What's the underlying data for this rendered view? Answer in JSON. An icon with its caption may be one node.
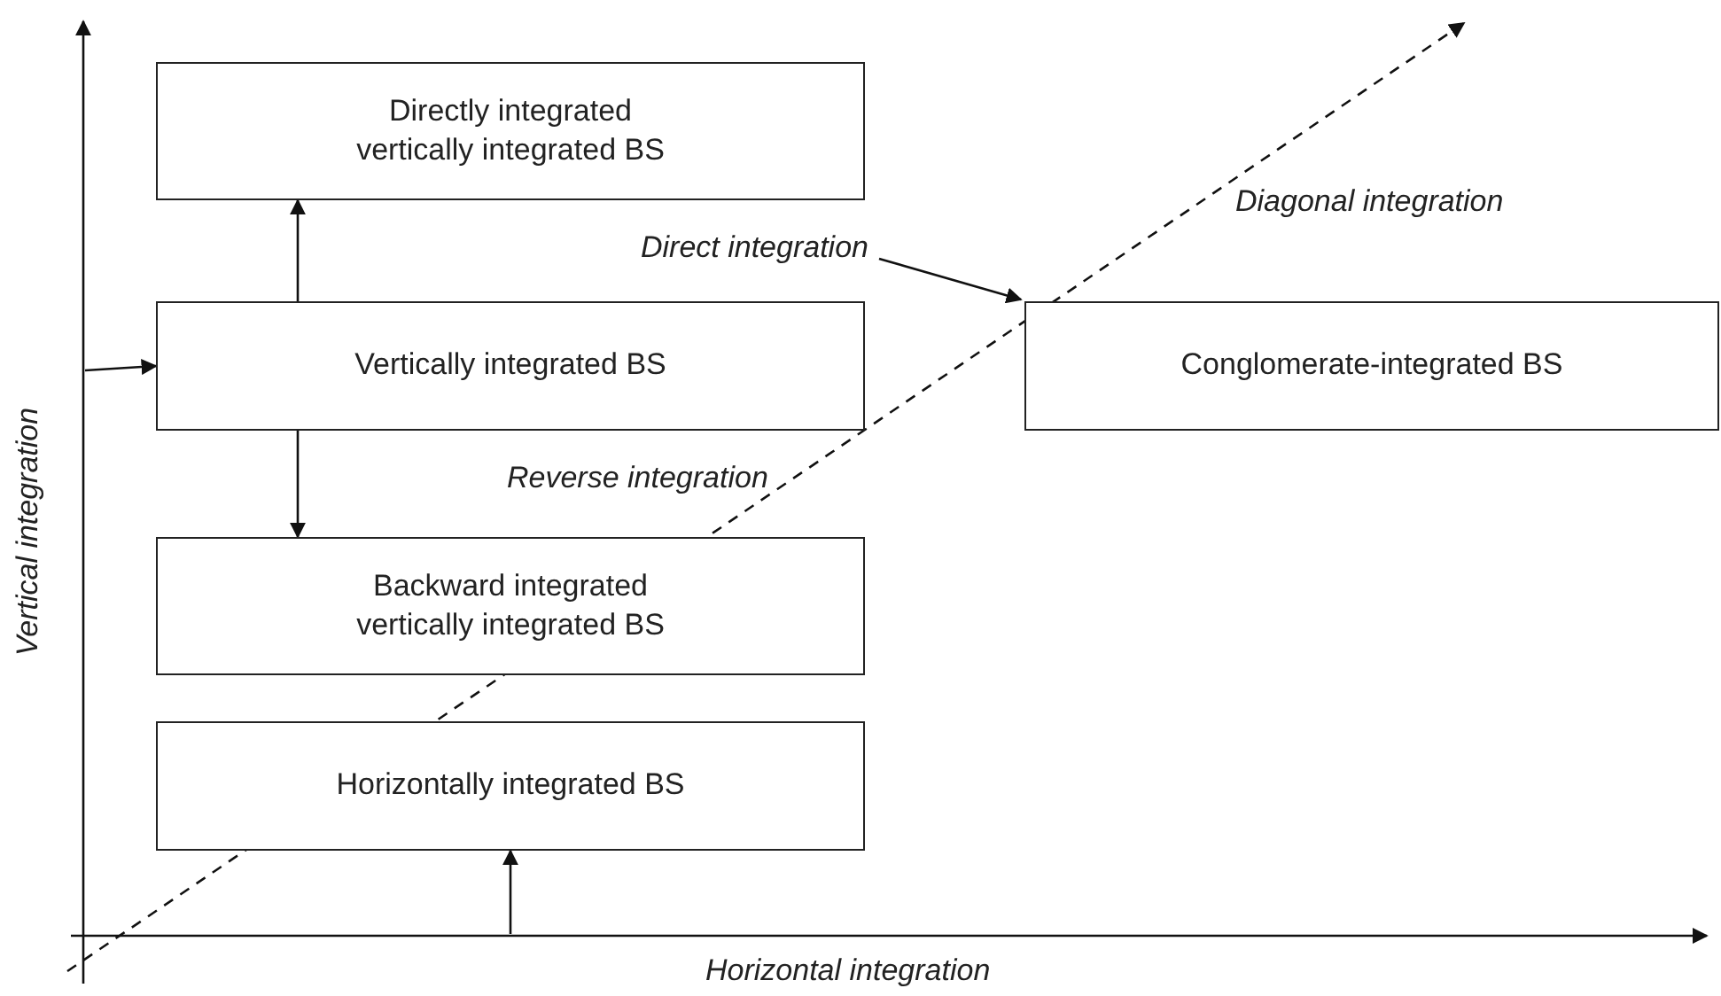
{
  "diagram": {
    "nodes": [
      {
        "text": [
          "Directly integrated vertically integrated BS"
        ]
      },
      {
        "text": [
          "Vertically integrated BS"
        ]
      },
      {
        "text": [
          "Conglomerate-integrated BS"
        ]
      },
      {
        "text": [
          "Backward integrated vertically integrated BS"
        ]
      },
      {
        "text": [
          "Horizontally integrated BS"
        ]
      },
      {
        "text": [
          "Direct integration"
        ]
      }
    ],
    "edges": [
      {
        "from": 1,
        "to": 0,
        "arrow": "to"
      },
      {
        "from": 1,
        "to": 3,
        "arrow": "to"
      },
      {
        "from": null,
        "to": 1,
        "arrow": "to"
      },
      {
        "from": null,
        "to": 4,
        "arrow": "to"
      },
      {
        "from": 5,
        "to": 2,
        "arrow": "to"
      }
    ],
    "labels": [
      "Diagonal integration",
      "Reverse integration",
      "Vertical integration",
      "Horizontal integration"
    ]
  }
}
